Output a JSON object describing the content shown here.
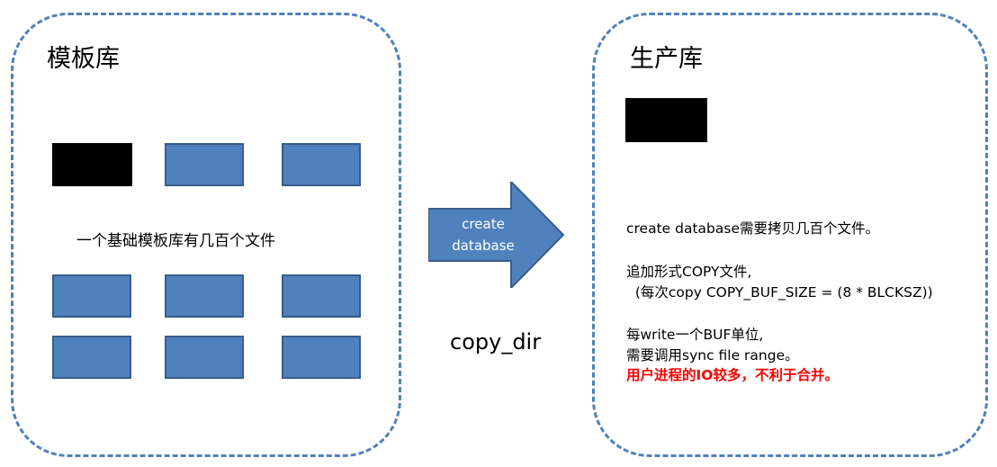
{
  "left_panel": {
    "title": "模板库",
    "caption": "一个基础模板库有几百个文件"
  },
  "right_panel": {
    "title": "生产库",
    "notes": [
      "create database需要拷贝几百个文件。",
      "追加形式COPY文件,",
      "  (每次copy COPY_BUF_SIZE = (8 * BLCKSZ))",
      "每write一个BUF单位,",
      "需要调用sync file range。",
      "用户进程的IO较多，不利于合并。"
    ],
    "highlight_color": "#ff0000"
  },
  "arrow": {
    "line1": "create",
    "line2": "database",
    "fill_color": "#4f81bd"
  },
  "copy_dir_label": "copy_dir",
  "colors": {
    "block_blue": "#4f81bd",
    "block_black": "#000000",
    "dashed_border": "#4f81bd"
  }
}
